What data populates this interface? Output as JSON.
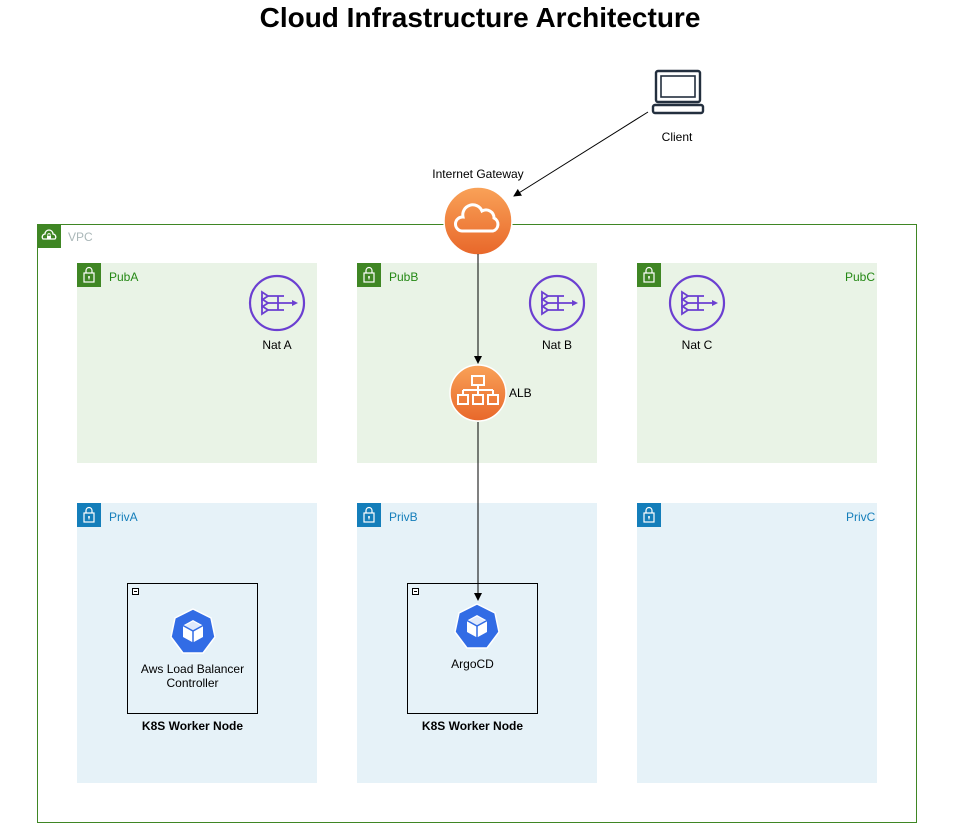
{
  "title": "Cloud Infrastructure Architecture",
  "client": {
    "label": "Client",
    "icon": "client-icon"
  },
  "internet_gateway": {
    "label": "Internet Gateway",
    "icon": "cloud-icon"
  },
  "vpc": {
    "label": "VPC",
    "icon": "vpc-lock-icon",
    "color": "#3f8624"
  },
  "public_subnets": [
    {
      "label": "PubA",
      "nat_label": "Nat A"
    },
    {
      "label": "PubB",
      "nat_label": "Nat B"
    },
    {
      "label": "PubC",
      "nat_label": "Nat C"
    }
  ],
  "private_subnets": [
    {
      "label": "PrivA"
    },
    {
      "label": "PrivB"
    },
    {
      "label": "PrivC"
    }
  ],
  "alb": {
    "label": "ALB",
    "icon": "load-balancer-icon"
  },
  "worker_nodes": [
    {
      "label": "K8S Worker Node",
      "service": "Aws Load Balancer Controller",
      "icon": "kubernetes-icon"
    },
    {
      "label": "K8S Worker Node",
      "service": "ArgoCD",
      "icon": "kubernetes-icon"
    }
  ],
  "colors": {
    "public_fill": "#e9f3e6",
    "private_fill": "#e6f2f8",
    "public_accent": "#3f8624",
    "private_accent": "#147eba",
    "nat_purple": "#6b3fd1",
    "orange": "#f58536",
    "k8s_blue": "#326ce5"
  }
}
